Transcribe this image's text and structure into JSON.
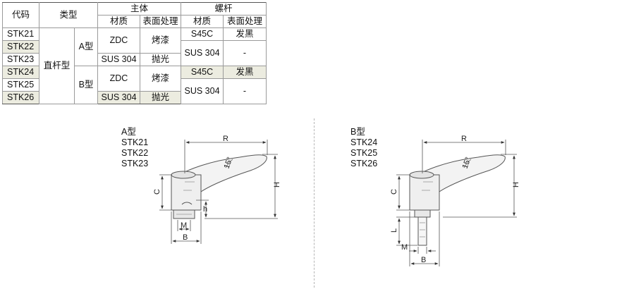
{
  "table": {
    "headers": {
      "code": "代码",
      "type": "类型",
      "body": "主体",
      "bolt": "螺杆",
      "material": "材质",
      "surface": "表面处理"
    },
    "group_type": "直杆型",
    "subtype_a": "A型",
    "subtype_b": "B型",
    "rows": [
      {
        "code": "STK21",
        "highlight": false
      },
      {
        "code": "STK22",
        "highlight": true
      },
      {
        "code": "STK23",
        "highlight": false
      },
      {
        "code": "STK24",
        "highlight": true
      },
      {
        "code": "STK25",
        "highlight": false
      },
      {
        "code": "STK26",
        "highlight": true
      }
    ],
    "a_body_1": {
      "material": "ZDC",
      "surface": "烤漆"
    },
    "a_body_2": {
      "material": "SUS 304",
      "surface": "抛光"
    },
    "b_body_1": {
      "material": "ZDC",
      "surface": "烤漆"
    },
    "b_body_2": {
      "material": "SUS 304",
      "surface": "抛光"
    },
    "bolt_1": {
      "material": "S45C",
      "surface": "发黑"
    },
    "bolt_2": {
      "material": "SUS 304",
      "surface": "-"
    },
    "bolt_3": {
      "material": "S45C",
      "surface": "发黑"
    },
    "bolt_4": {
      "material": "SUS 304",
      "surface": "-"
    }
  },
  "drawing_a": {
    "title": "A型",
    "codes": [
      "STK21",
      "STK22",
      "STK23"
    ],
    "dims": {
      "r": "R",
      "h_upper": "H",
      "c": "C",
      "h_lower": "h",
      "m": "M",
      "b": "B",
      "angle": "15°"
    }
  },
  "drawing_b": {
    "title": "B型",
    "codes": [
      "STK24",
      "STK25",
      "STK26"
    ],
    "dims": {
      "r": "R",
      "h_upper": "H",
      "c": "C",
      "l": "L",
      "m": "M",
      "b": "B",
      "angle": "15°"
    }
  }
}
